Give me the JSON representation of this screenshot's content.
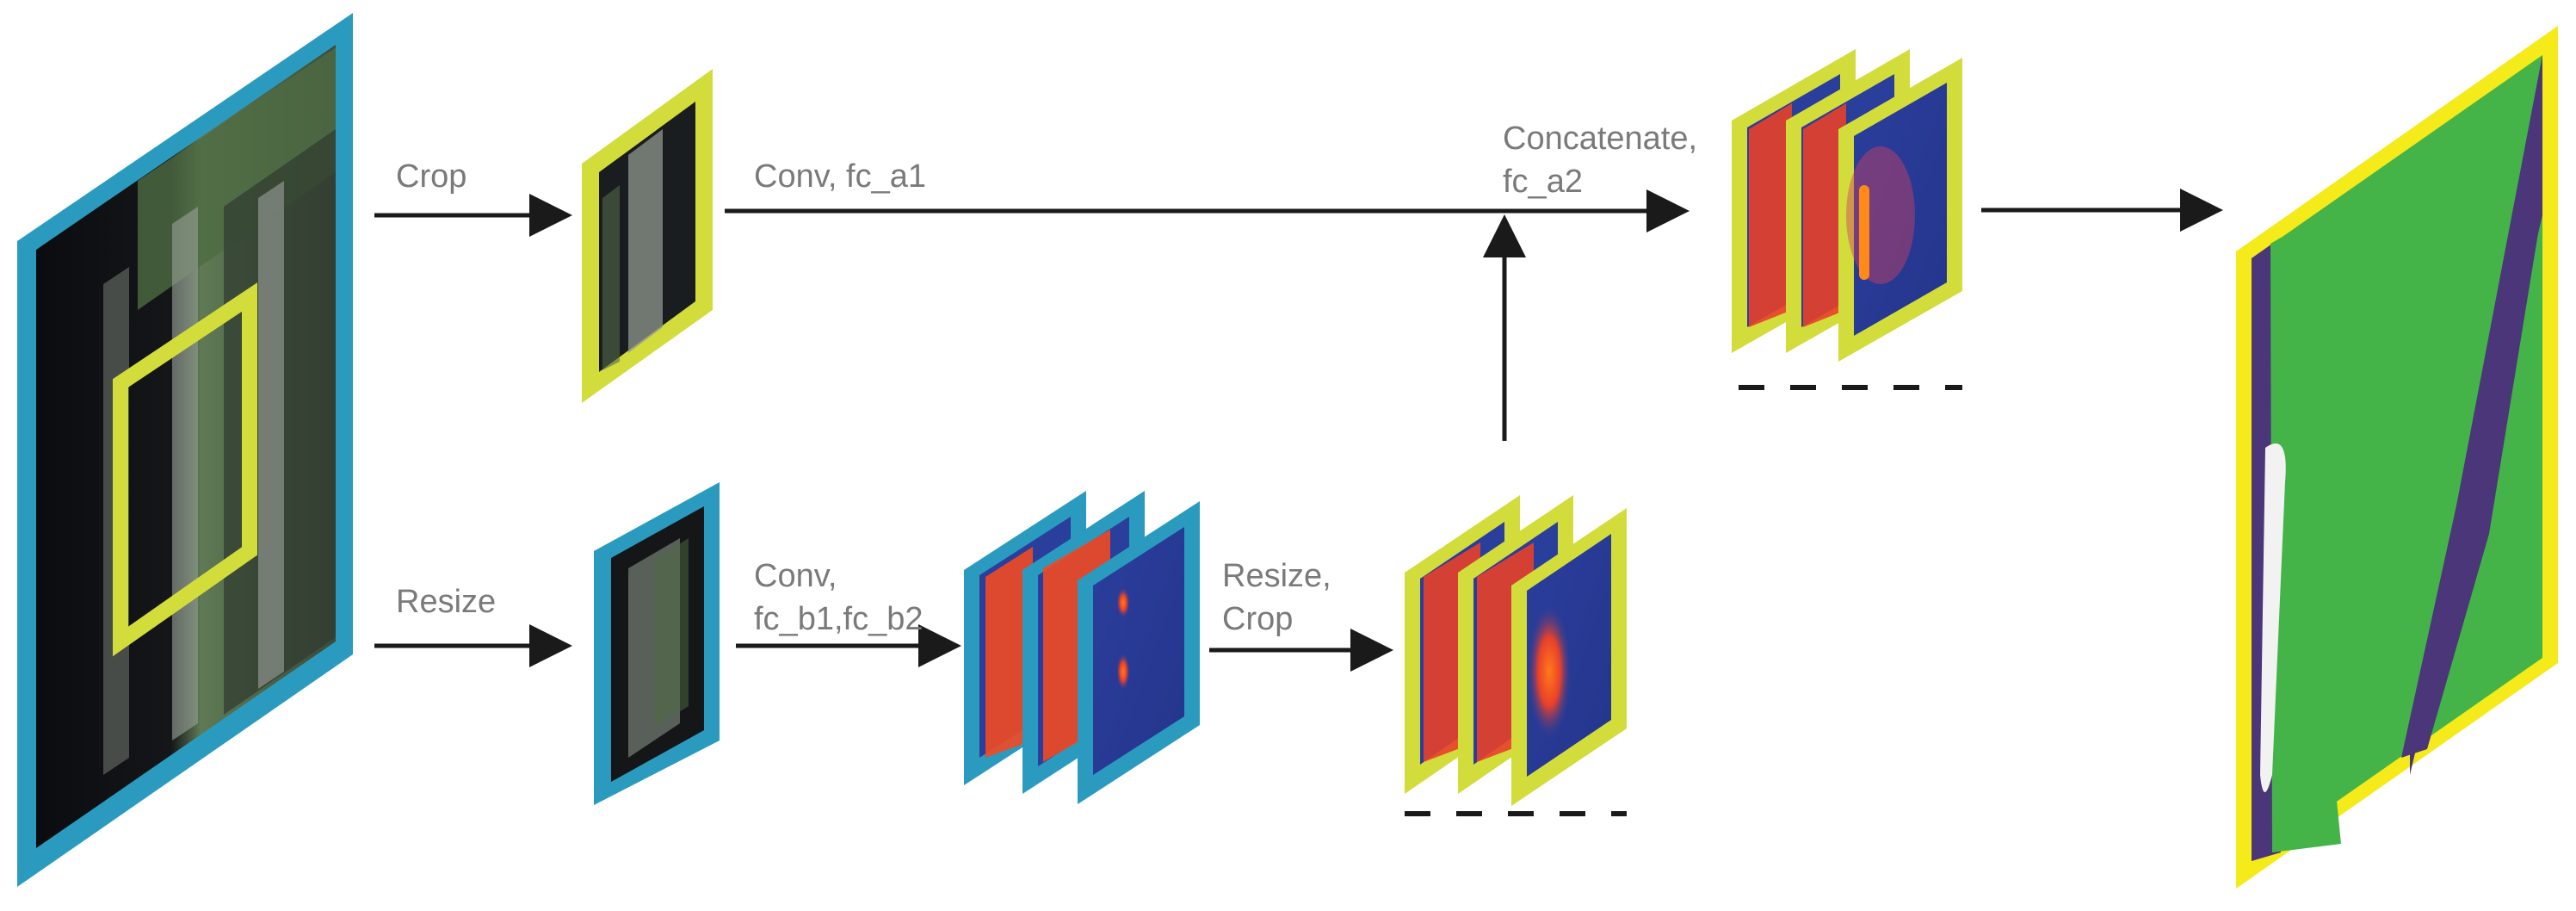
{
  "colors": {
    "input_border": "#2a9bbf",
    "crop_border": "#d2dd3c",
    "output_border": "#f5ea1a",
    "arrow": "#1a1a1a",
    "label_text": "#7a7a7a",
    "feature_hot": "#f04a22",
    "feature_cold": "#2a3e9c",
    "seg_green": "#44b449",
    "seg_purple": "#4a3678",
    "seg_white": "#f2f2f2"
  },
  "labels": {
    "crop": "Crop",
    "conv_fc_a1": "Conv, fc_a1",
    "concatenate_line1": "Concatenate,",
    "concatenate_line2": "fc_a2",
    "resize": "Resize",
    "conv_line1": "Conv,",
    "conv_line2": "fc_b1,fc_b2",
    "resize_crop_line1": "Resize,",
    "resize_crop_line2": "Crop"
  }
}
